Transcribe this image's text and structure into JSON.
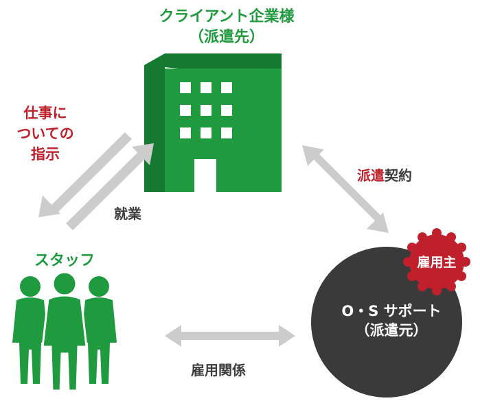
{
  "client": {
    "name": "クライアント企業様",
    "subtitle": "（派遣先）"
  },
  "instruction": {
    "line1": "仕事に",
    "line2": "ついての",
    "line3": "指示"
  },
  "work_label": "就業",
  "dispatch_contract": {
    "highlight": "派遣",
    "rest": "契約"
  },
  "staff_label": "スタッフ",
  "agency": {
    "name": "O・S サポート",
    "subtitle": "（派遣元）",
    "badge": "雇用主"
  },
  "employment_relation": "雇用関係",
  "colors": {
    "green": "#1f9a3e",
    "red": "#c0202b",
    "arrow": "#cccccc",
    "circle": "#3a3a3a"
  }
}
